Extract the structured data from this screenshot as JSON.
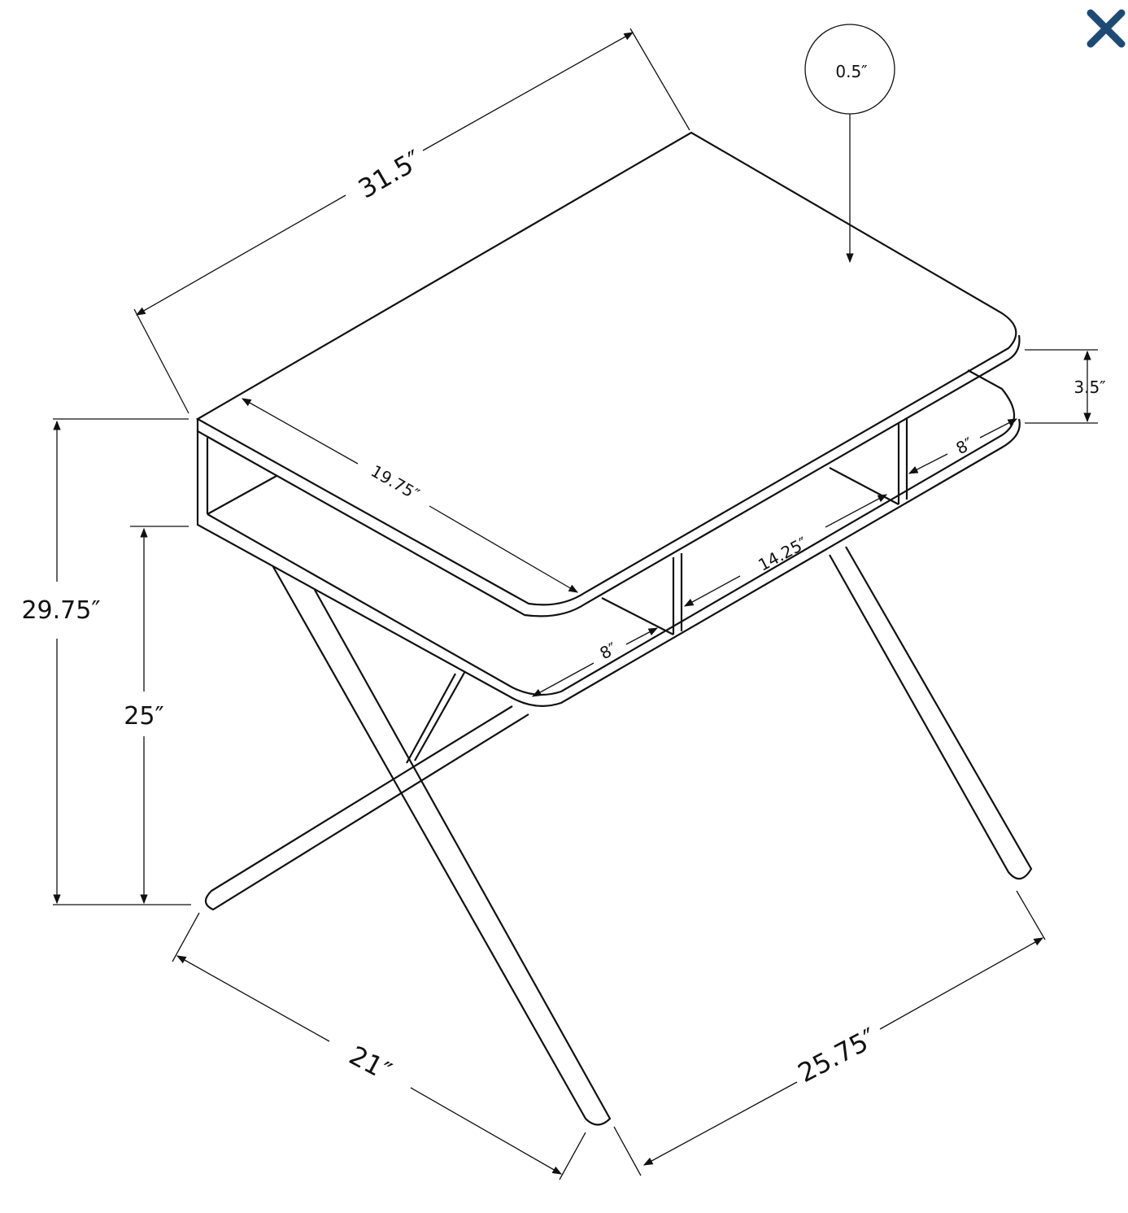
{
  "close_button": {
    "icon": "close-icon",
    "color": "#1d4a75"
  },
  "dimensions": {
    "width": "31.5″",
    "top_thickness": "0.5″",
    "shelf_gap": "3.5″",
    "top_depth": "19.75″",
    "cubby_right": "8″",
    "cubby_middle": "14.25″",
    "cubby_left": "8″",
    "total_height": "29.75″",
    "knee_height": "25″",
    "base_depth": "21″",
    "base_width": "25.75″"
  }
}
